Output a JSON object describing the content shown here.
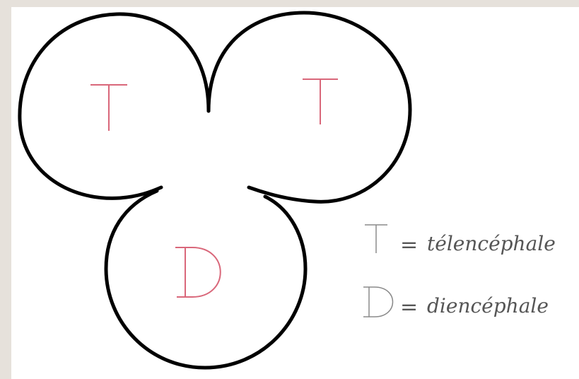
{
  "diagram": {
    "regions": [
      {
        "letter": "T",
        "color": "#d9677a"
      },
      {
        "letter": "T",
        "color": "#d9677a"
      },
      {
        "letter": "D",
        "color": "#d9677a"
      }
    ],
    "outline_color": "#000000"
  },
  "legend": {
    "color": "#8a8a8a",
    "items": [
      {
        "letter": "T",
        "equals": "=",
        "term": "télencéphale"
      },
      {
        "letter": "D",
        "equals": "=",
        "term": "diencéphale"
      }
    ]
  }
}
